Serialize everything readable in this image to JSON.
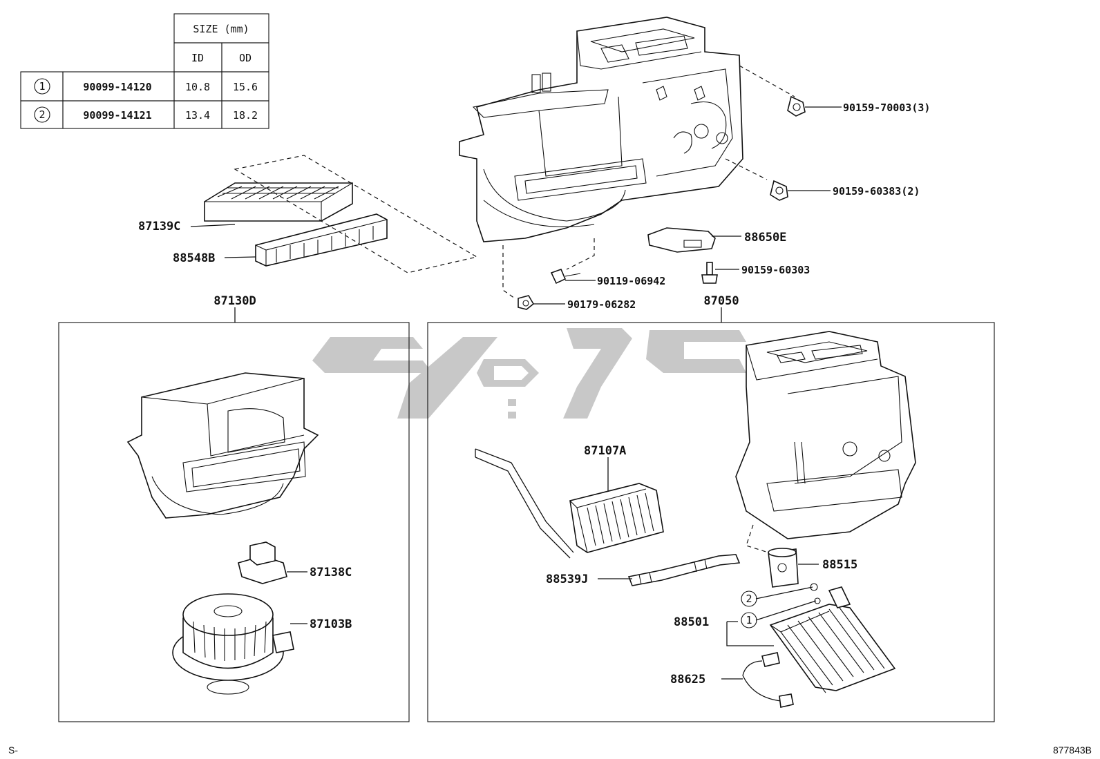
{
  "size_table": {
    "header": "SIZE (mm)",
    "col_id": "ID",
    "col_od": "OD",
    "rows": [
      {
        "marker": "1",
        "part": "90099-14120",
        "id": "10.8",
        "od": "15.6"
      },
      {
        "marker": "2",
        "part": "90099-14121",
        "id": "13.4",
        "od": "18.2"
      }
    ]
  },
  "labels": {
    "l90159_70003": "90159-70003(3)",
    "l90159_60383": "90159-60383(2)",
    "l87139c": "87139C",
    "l88548b": "88548B",
    "l88650e": "88650E",
    "l90159_60303": "90159-60303",
    "l90119_06942": "90119-06942",
    "l90179_06282": "90179-06282",
    "l87130d": "87130D",
    "l87050": "87050",
    "l87138c": "87138C",
    "l87103b": "87103B",
    "l87107a": "87107A",
    "l88539j": "88539J",
    "l88515": "88515",
    "l88501": "88501",
    "l88625": "88625",
    "callout_2": "2",
    "callout_1": "1"
  },
  "footer": {
    "left": "S-",
    "right": "877843B"
  },
  "colors": {
    "line": "#111111",
    "watermark": "#c8c8c8"
  }
}
